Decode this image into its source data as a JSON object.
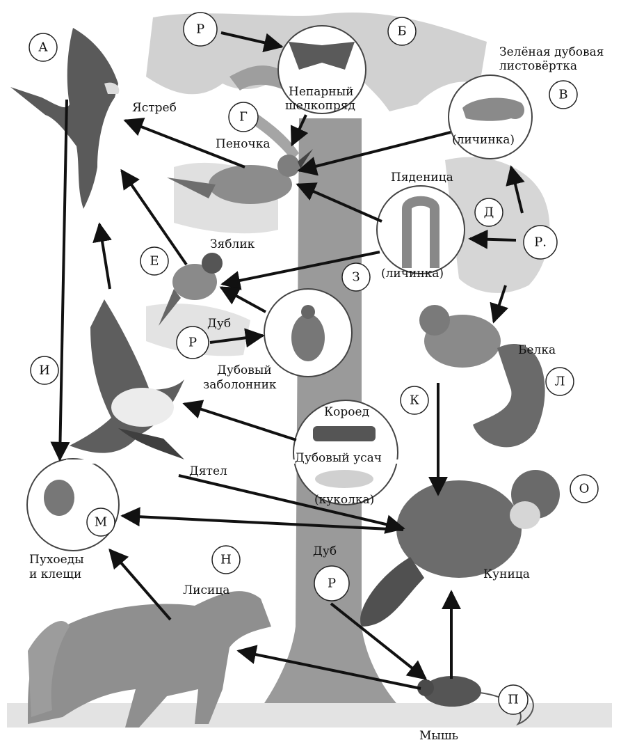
{
  "letters": {
    "a": "А",
    "b": "Б",
    "v": "В",
    "g": "Г",
    "d": "Д",
    "e": "Е",
    "z": "З",
    "i": "И",
    "k": "К",
    "l": "Л",
    "m": "М",
    "n": "Н",
    "o": "О",
    "p": "П"
  },
  "producer": "Р",
  "producer_dot": "Р.",
  "organisms": {
    "hawk": "Ястреб",
    "gypsy_moth": [
      "Непарный",
      "шелкопряд"
    ],
    "leaf_roller": [
      "Зелёная дубовая",
      "листовёртка"
    ],
    "warbler": "Пеночка",
    "geometer": "Пяденица",
    "larva": "(личинка)",
    "chaffinch": "Зяблик",
    "oak": "Дуб",
    "oak_sapwood_beetle": [
      "Дубовый",
      "заболонник"
    ],
    "squirrel": "Белка",
    "bark_beetle": "Короед",
    "oak_longhorn": "Дубовый усач",
    "pupa": "(куколка)",
    "woodpecker": "Дятел",
    "lice_mites": [
      "Пухоеды",
      "и клещи"
    ],
    "fox": "Лисица",
    "marten": "Куница",
    "mouse": "Мышь"
  }
}
